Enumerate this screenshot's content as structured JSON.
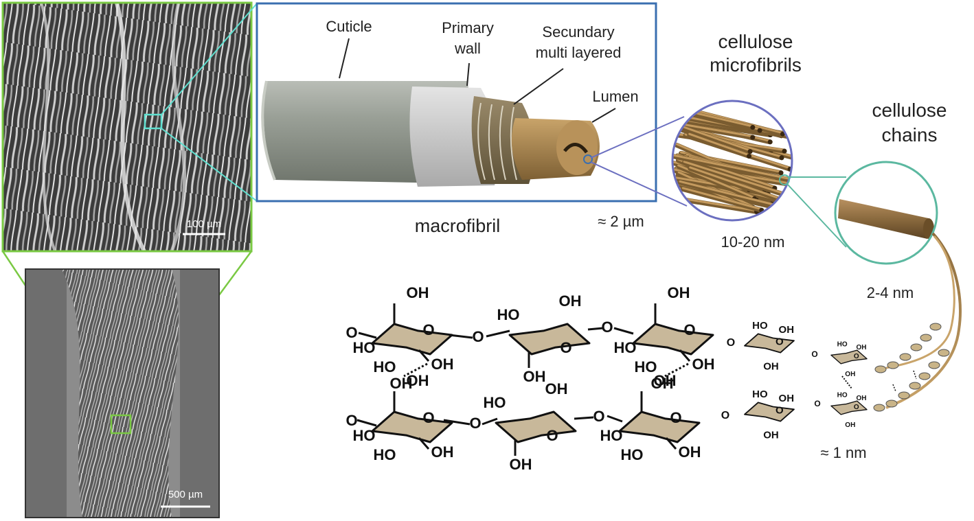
{
  "sem_top": {
    "scalebar": "100 µm"
  },
  "sem_bottom": {
    "scalebar": "500 µm"
  },
  "macrofibril": {
    "labels": {
      "cuticle": "Cuticle",
      "primary_line1": "Primary",
      "primary_line2": "wall",
      "secondary_line1": "Secundary",
      "secondary_line2": "multi layered",
      "lumen": "Lumen"
    },
    "caption": "macrofibril",
    "size": "≈ 2 µm"
  },
  "microfibrils": {
    "title_line1": "cellulose",
    "title_line2": "microfibrils",
    "size": "10-20 nm"
  },
  "chains": {
    "title_line1": "cellulose",
    "title_line2": "chains",
    "size": "2-4 nm"
  },
  "molecule": {
    "oh": "OH",
    "ho": "HO",
    "o": "O",
    "size": "≈ 1 nm"
  },
  "colors": {
    "sem_box": "#7ac943",
    "macrofibril_box": "#3a6fb0",
    "microfibril_circle": "#6b6fc0",
    "chain_circle": "#5bb8a0",
    "ring_fill": "#c8b89a",
    "fibril_brown": "#8b6a3a"
  }
}
